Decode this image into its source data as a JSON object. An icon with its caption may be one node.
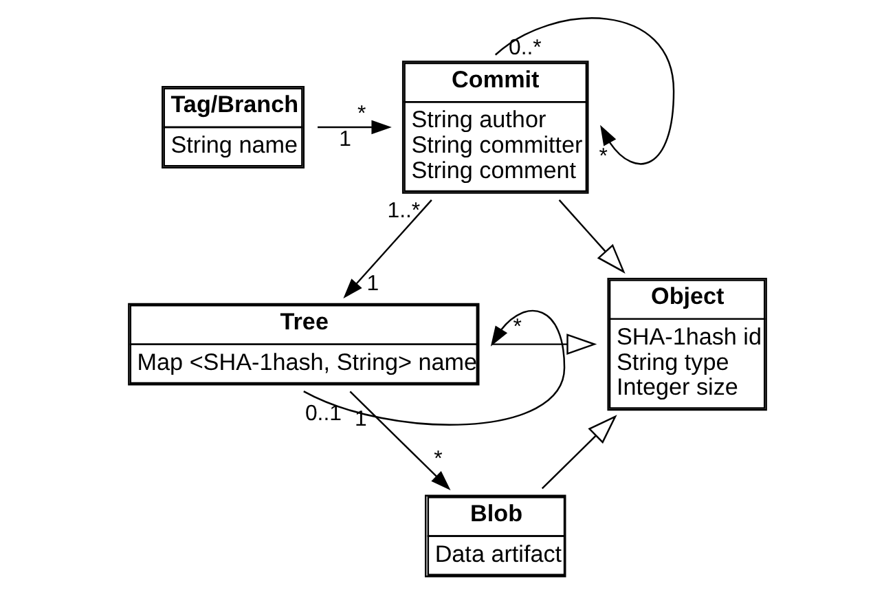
{
  "diagram": {
    "nodes": [
      {
        "text": [
          "Tag/Branch",
          "String name"
        ]
      },
      {
        "text": [
          "Commit",
          "String author",
          "String committer",
          "String comment"
        ]
      },
      {
        "text": [
          "Object",
          "SHA-1hash id",
          "String type",
          "Integer size"
        ]
      },
      {
        "text": [
          "Tree",
          "Map <SHA-1hash, String> name"
        ]
      },
      {
        "text": [
          "Blob",
          "Data artifact"
        ]
      }
    ],
    "edges": [
      {
        "from": 0,
        "to": 1,
        "arrow": "to"
      },
      {
        "from": 1,
        "to": 1,
        "arrow": "to"
      },
      {
        "from": 1,
        "to": 2,
        "arrow": "to"
      },
      {
        "from": 1,
        "to": 3,
        "arrow": "to"
      },
      {
        "from": 3,
        "to": 3,
        "arrow": "to"
      },
      {
        "from": 3,
        "to": 2,
        "arrow": "to"
      },
      {
        "from": 3,
        "to": 4,
        "arrow": "to"
      },
      {
        "from": 4,
        "to": 2,
        "arrow": "to"
      }
    ],
    "labels": [
      "0..*",
      "*",
      "1",
      "*",
      "1..*",
      "0..1",
      "1",
      "*",
      "1",
      "*"
    ]
  }
}
